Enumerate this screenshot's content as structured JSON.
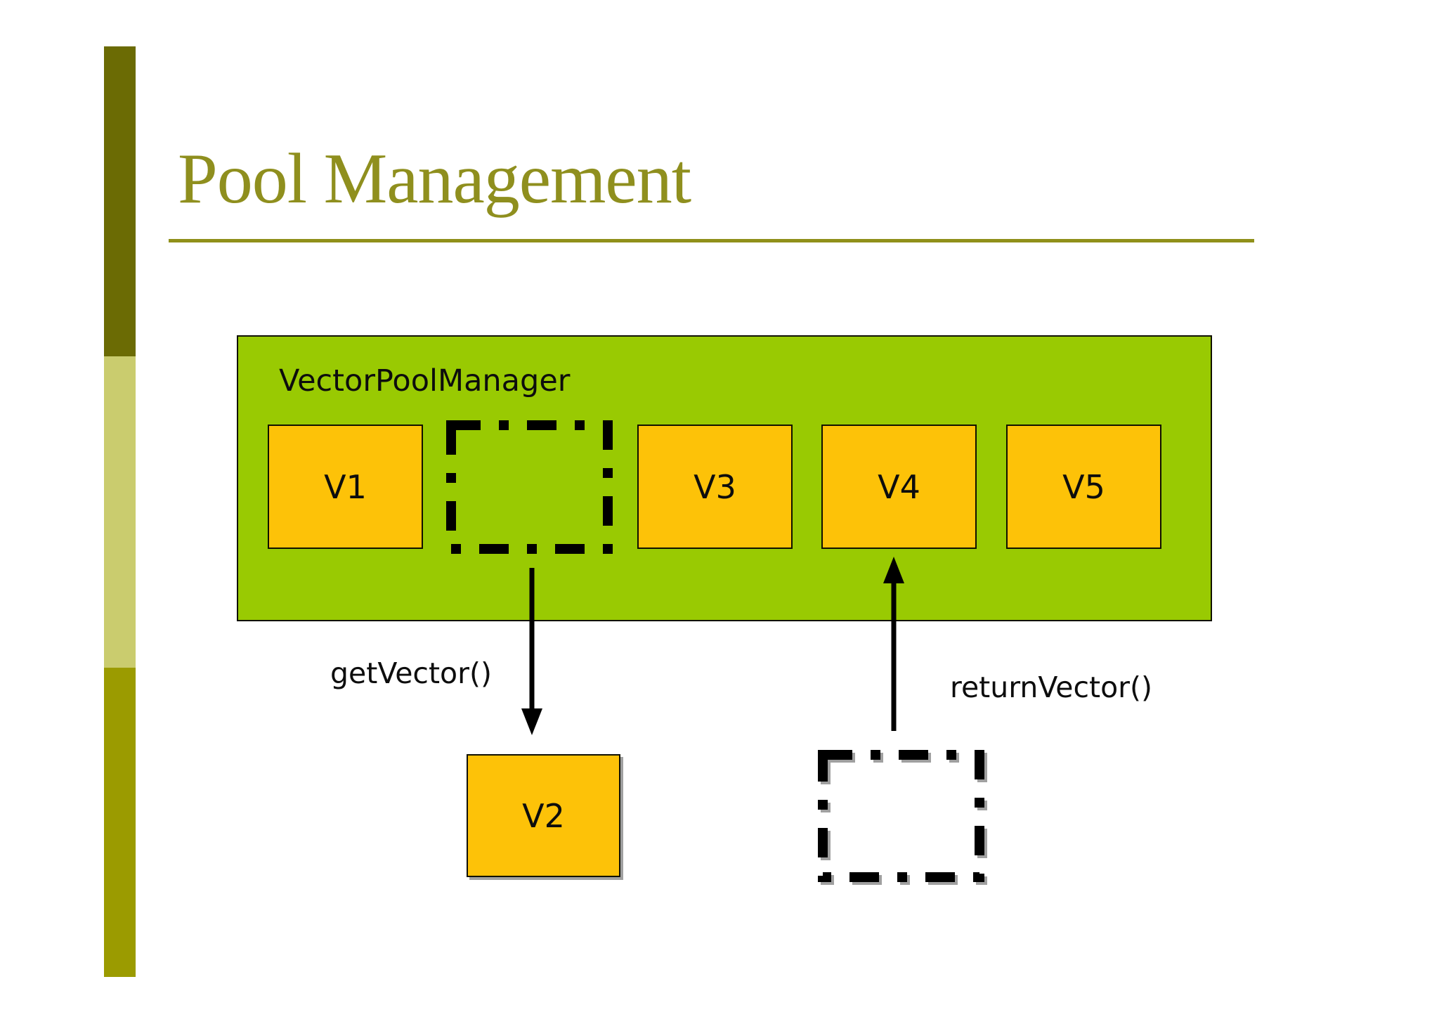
{
  "slide": {
    "title": "Pool Management"
  },
  "pool": {
    "label": "VectorPoolManager",
    "slots": [
      {
        "label": "V1",
        "state": "occupied"
      },
      {
        "label": "",
        "state": "empty-dashed"
      },
      {
        "label": "V3",
        "state": "occupied"
      },
      {
        "label": "V4",
        "state": "occupied"
      },
      {
        "label": "V5",
        "state": "occupied"
      }
    ]
  },
  "checked_out_box": {
    "label": "V2"
  },
  "returning_box": {
    "label": "",
    "state": "empty-dashed"
  },
  "actions": {
    "get_label": "getVector()",
    "return_label": "returnVector()"
  },
  "colors": {
    "pool_green": "#99ca02",
    "box_orange": "#fdc208",
    "title_olive": "#8f8f1e",
    "rule_olive": "#90901a",
    "accent_dark": "#6b6b04",
    "accent_light": "#cacc6e",
    "accent_mid": "#9b9b00",
    "line_black": "#000000"
  }
}
